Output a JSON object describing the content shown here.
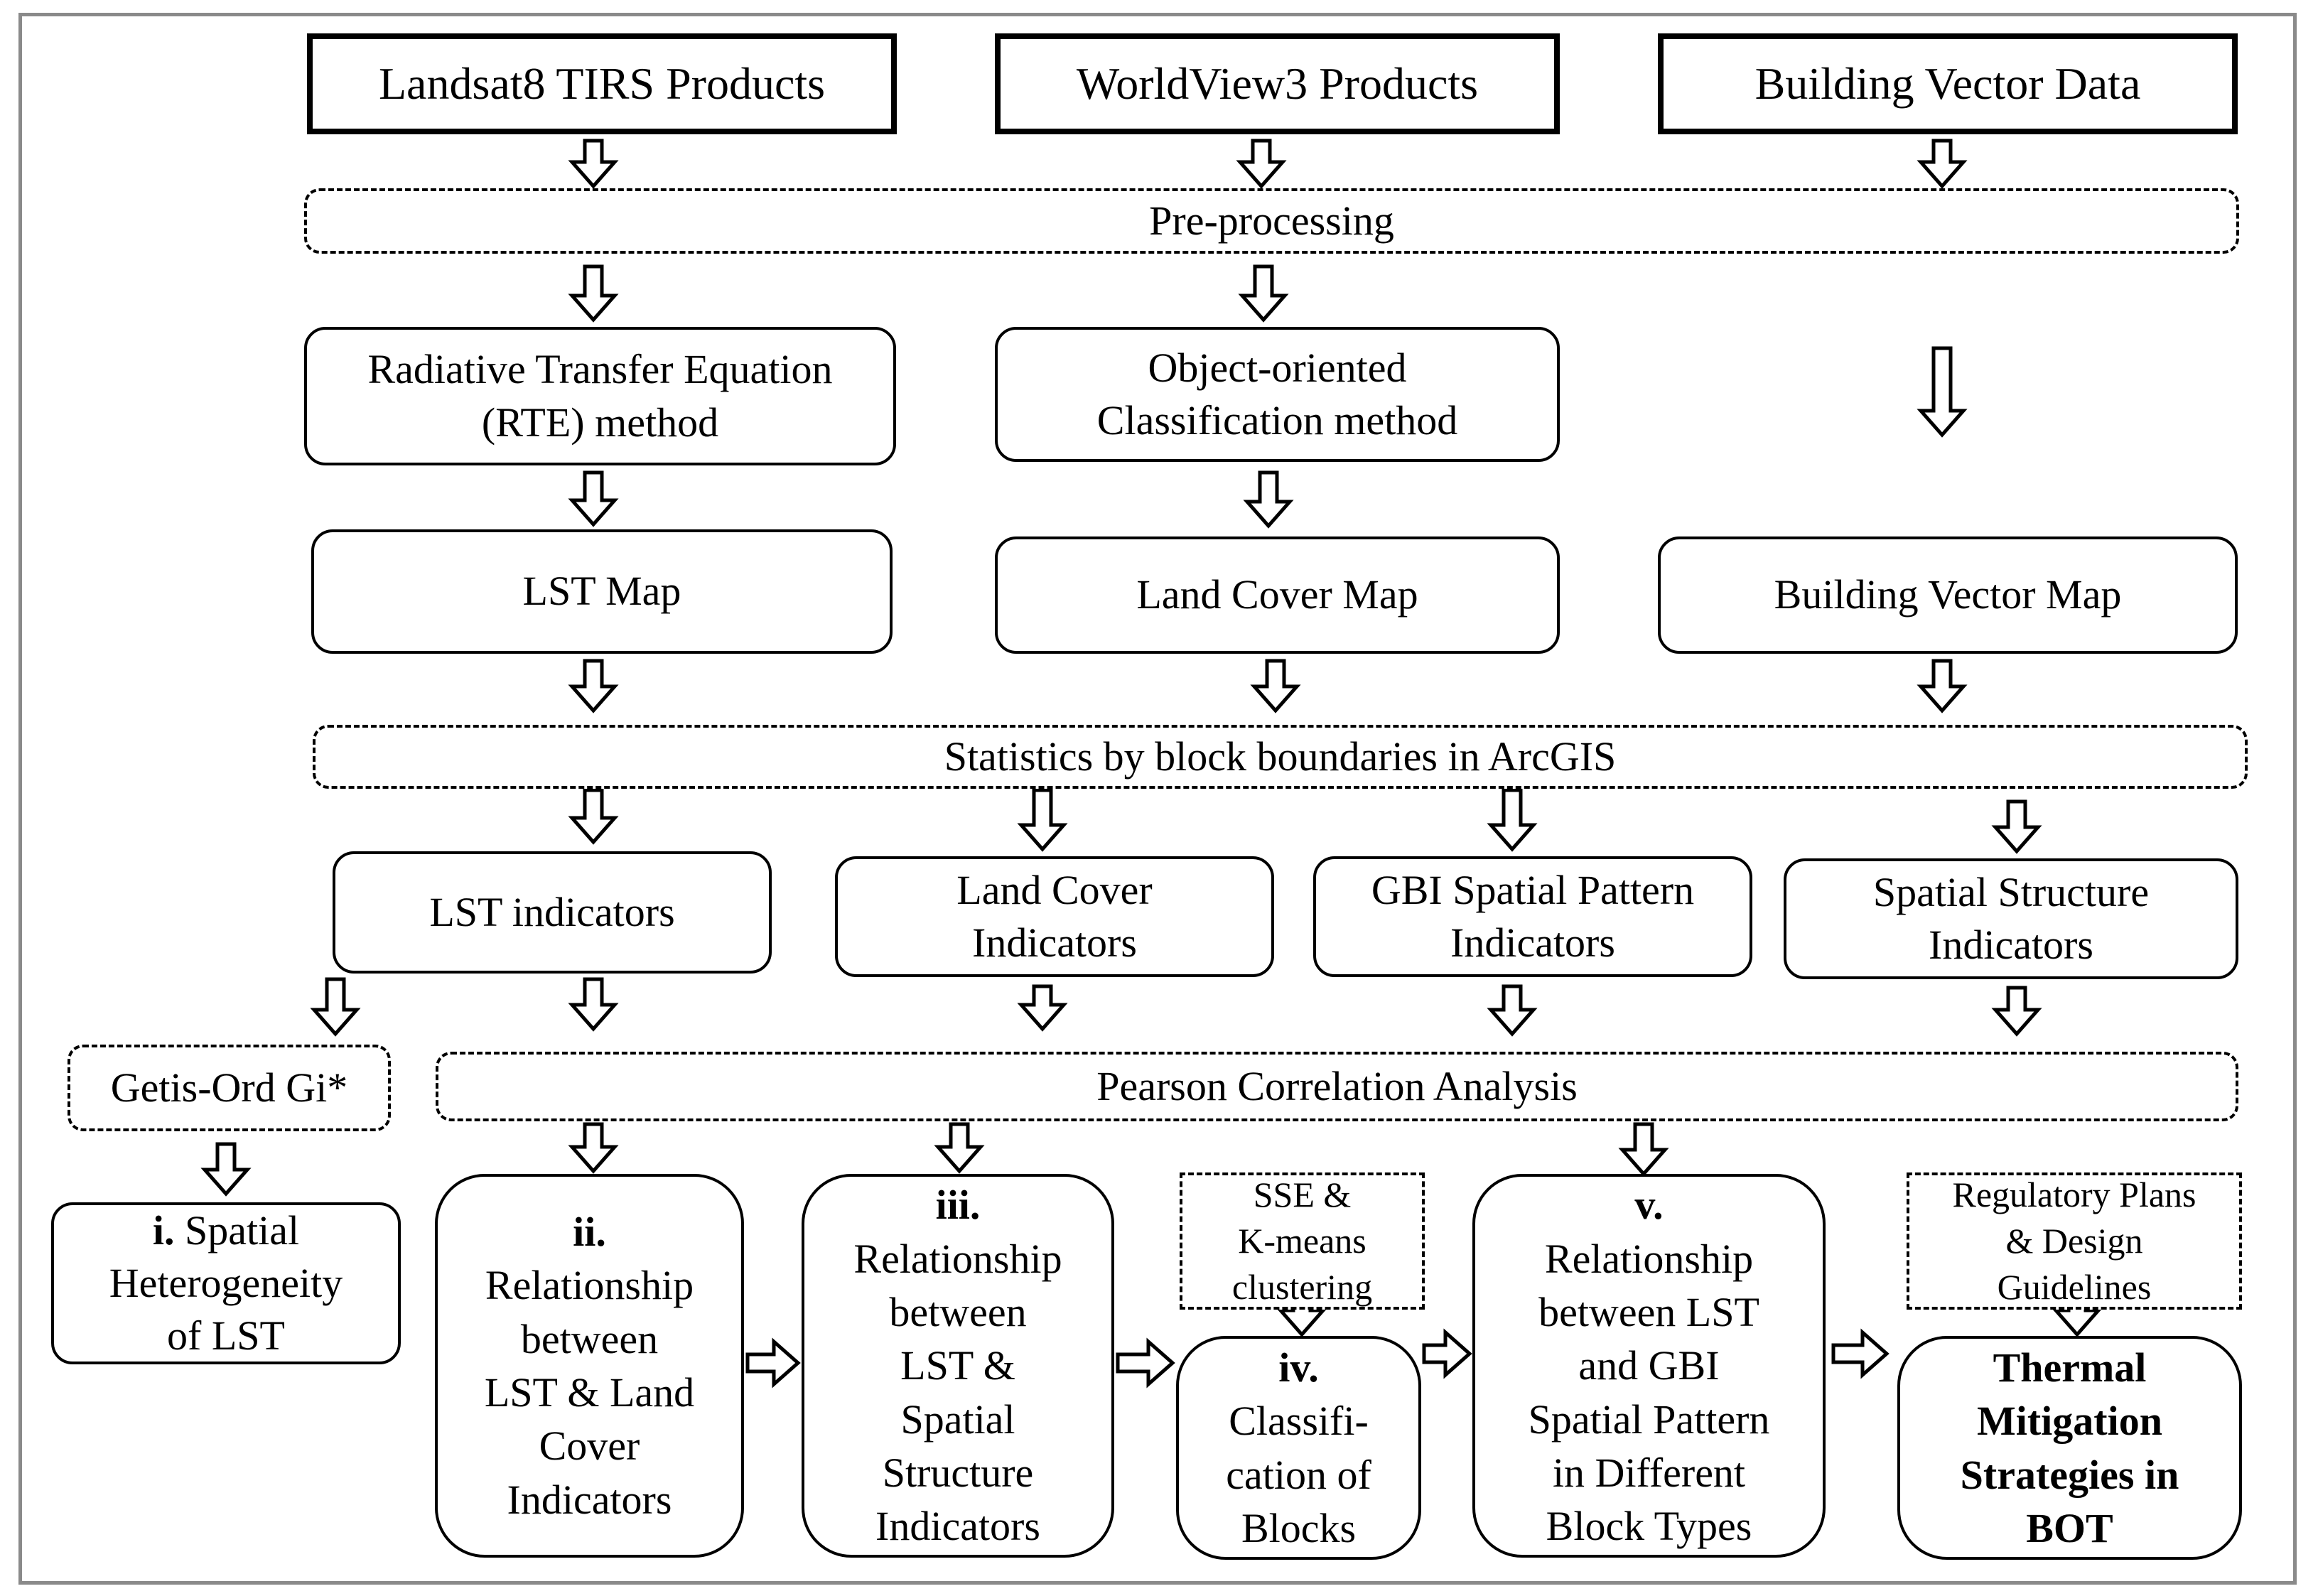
{
  "inputs": {
    "landsat": "Landsat8 TIRS Products",
    "worldview": "WorldView3 Products",
    "building": "Building Vector Data"
  },
  "preprocessing": "Pre-processing",
  "methods": {
    "rte_line1": "Radiative Transfer Equation",
    "rte_line2": "(RTE) method",
    "obj_line1": "Object-oriented",
    "obj_line2": "Classification method"
  },
  "maps": {
    "lst": "LST Map",
    "landcover": "Land Cover Map",
    "building": "Building Vector Map"
  },
  "statistics": "Statistics by block boundaries in ArcGIS",
  "indicators": {
    "lst": "LST indicators",
    "landcover_line1": "Land Cover",
    "landcover_line2": "Indicators",
    "gbi_line1": "GBI Spatial Pattern",
    "gbi_line2": "Indicators",
    "spatial_line1": "Spatial Structure",
    "spatial_line2": "Indicators"
  },
  "getis": "Getis-Ord Gi*",
  "pearson": "Pearson Correlation Analysis",
  "results": {
    "i_num": "i.",
    "i_line1": " Spatial",
    "i_line2": "Heterogeneity",
    "i_line3": "of LST",
    "ii_num": "ii.",
    "ii_lines": [
      "Relationship",
      "between",
      "LST & Land",
      "Cover",
      "Indicators"
    ],
    "iii_num": "iii.",
    "iii_lines": [
      "Relationship",
      "between",
      "LST &",
      "Spatial",
      "Structure",
      "Indicators"
    ],
    "iv_num": "iv.",
    "iv_lines": [
      "Classifi-",
      "cation of",
      "Blocks"
    ],
    "v_num": "v.",
    "v_lines": [
      "Relationship",
      "between LST",
      "and GBI",
      "Spatial Pattern",
      "in Different",
      "Block Types"
    ],
    "thermal_lines": [
      "Thermal",
      "Mitigation",
      "Strategies in",
      "BOT"
    ]
  },
  "sse_lines": [
    "SSE &",
    "K-means",
    "clustering"
  ],
  "regulatory_lines": [
    "Regulatory Plans",
    "& Design",
    "Guidelines"
  ],
  "colors": {
    "line": "#000000",
    "frame": "#8a8a8a",
    "background": "#ffffff"
  }
}
